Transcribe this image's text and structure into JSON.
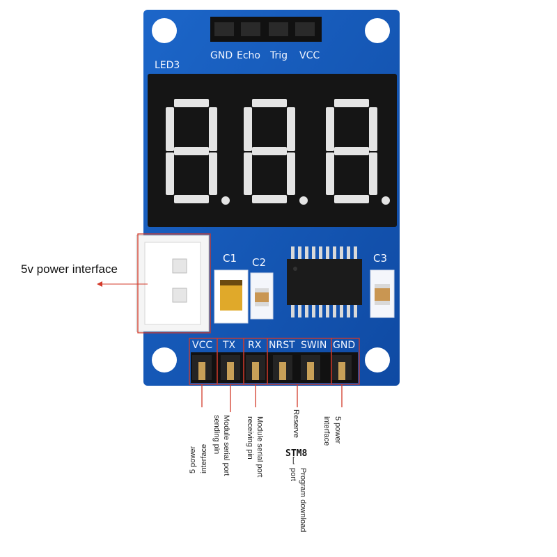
{
  "board": {
    "top_header_pins": [
      "GND",
      "Echo",
      "Trig",
      "VCC"
    ],
    "display_label": "LED3",
    "cap_labels": [
      "C1",
      "C2",
      "C3"
    ],
    "bottom_header_pins": [
      "VCC",
      "TX",
      "RX",
      "NRST",
      "SWIN",
      "GND"
    ]
  },
  "callouts": {
    "power_interface_left": "5v power interface",
    "vcc_pin": [
      "5 power",
      "interface"
    ],
    "tx_pin": [
      "Module serial port",
      "sending pin"
    ],
    "rx_pin": [
      "Module serial port",
      "receiving pin"
    ],
    "nrst_pin": "Reserve",
    "stm8_title": "STM8",
    "swin_pin": [
      "Program download",
      "port"
    ],
    "gnd_pin": [
      "5 power",
      "interface"
    ]
  },
  "colors": {
    "pcb": "#1558b8",
    "silkscreen": "#f2f6ff",
    "display_body": "#151515",
    "segment": "#e4e4e4",
    "callout_line": "#d33a2a"
  }
}
